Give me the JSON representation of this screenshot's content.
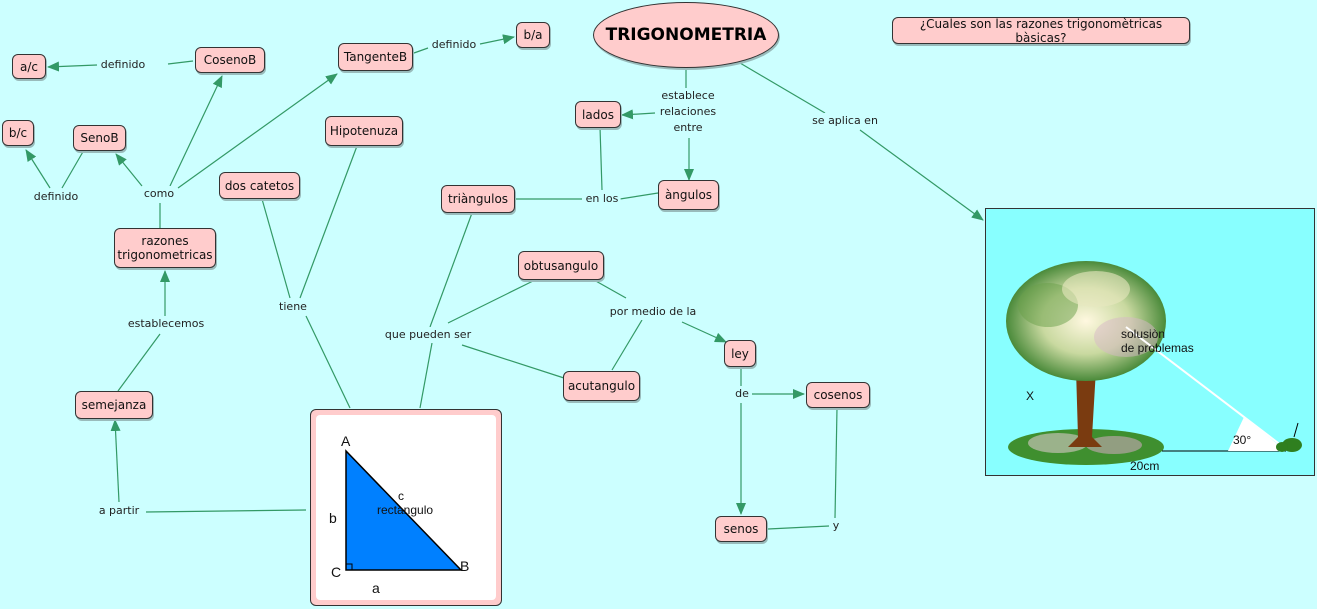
{
  "title": "TRIGONOMETRIA",
  "question": "¿Cuales son las razones trigonomètricas bàsicas?",
  "nodes": {
    "a_c": "a/c",
    "coseno_b": "CosenoB",
    "tangente_b": "TangenteB",
    "b_a": "b/a",
    "b_c": "b/c",
    "seno_b": "SenoB",
    "hipotenuza": "Hipotenuza",
    "dos_catetos": "dos catetos",
    "lados": "lados",
    "angulos": "àngulos",
    "triangulos": "triàngulos",
    "razones": "razones\ntrigonometricas",
    "obtusangulo": "obtusangulo",
    "ley": "ley",
    "cosenos": "cosenos",
    "acutangulo": "acutangulo",
    "semejanza": "semejanza",
    "senos": "senos"
  },
  "links": {
    "definido_1": "definido",
    "definido_2": "definido",
    "definido_3": "definido",
    "como": "como",
    "establece": "establece\nrelaciones\nentre",
    "se_aplica": "se aplica  en",
    "en_los": "en los",
    "establecemos": "establecemos",
    "tiene": "tiene",
    "que_pueden_ser": "que pueden ser",
    "por_medio": "por medio de la",
    "de": "de",
    "a_partir": "a partir",
    "y": "y"
  },
  "triangle": {
    "vertex_a": "A",
    "vertex_b": "B",
    "vertex_c": "C",
    "side_a": "a",
    "side_b": "b",
    "side_c": "c",
    "caption": "rectangulo",
    "fill_color": "#0080ff"
  },
  "scene": {
    "caption": "solusiòn\nde problemas",
    "height_label": "X",
    "angle_label": "30°",
    "distance_label": "20cm"
  },
  "colors": {
    "background": "#ccffff",
    "node_fill": "#ffcccc",
    "edge": "#339966",
    "scene_bg": "#88ffff"
  }
}
